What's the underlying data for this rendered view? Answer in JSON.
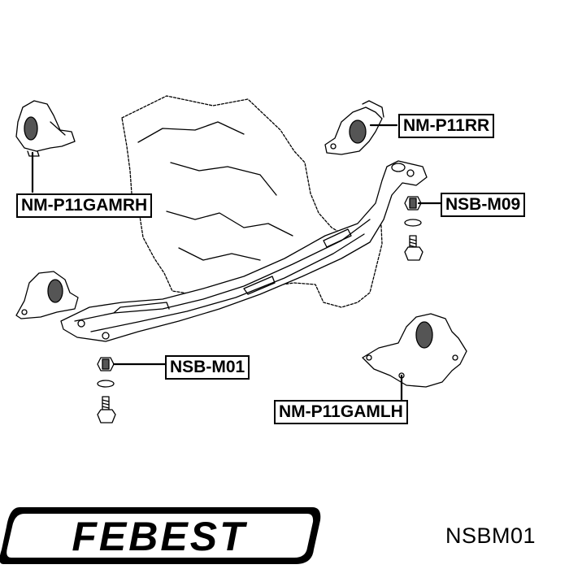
{
  "labels": {
    "rh_mount": "NM-P11GAMRH",
    "rear_mount": "NM-P11RR",
    "nut_right": "NSB-M09",
    "nut_left": "NSB-M01",
    "lh_mount": "NM-P11GAMLH"
  },
  "brand": {
    "logo_text": "FEBEST"
  },
  "part_number": "NSBM01"
}
